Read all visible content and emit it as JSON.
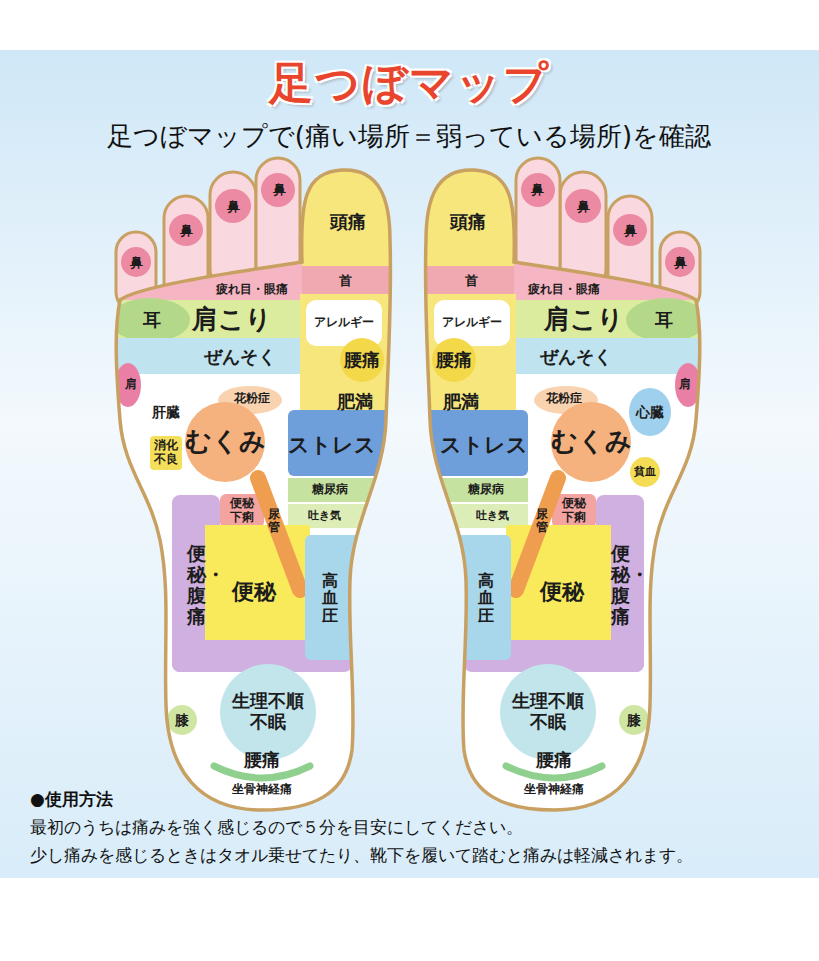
{
  "diagram": {
    "title": "足つぼマップ",
    "nodes": [
      {
        "text": [
          "頭痛"
        ]
      },
      {
        "text": [
          "鼻"
        ]
      },
      {
        "text": [
          "鼻"
        ]
      },
      {
        "text": [
          "鼻"
        ]
      },
      {
        "text": [
          "鼻"
        ]
      },
      {
        "text": [
          "首"
        ]
      },
      {
        "text": [
          "疲れ目・眼痛"
        ]
      },
      {
        "text": [
          "耳"
        ]
      },
      {
        "text": [
          "肩こり"
        ]
      },
      {
        "text": [
          "アレルギー"
        ]
      },
      {
        "text": [
          "ぜんそく"
        ]
      },
      {
        "text": [
          "腰痛"
        ]
      },
      {
        "text": [
          "肩"
        ]
      },
      {
        "text": [
          "花粉症"
        ]
      },
      {
        "text": [
          "肥満"
        ]
      },
      {
        "text": [
          "肝臓"
        ]
      },
      {
        "text": [
          "むくみ"
        ]
      },
      {
        "text": [
          "ストレス"
        ]
      },
      {
        "text": [
          "消化 不良"
        ]
      },
      {
        "text": [
          "糖尿病"
        ]
      },
      {
        "text": [
          "便秘 下痢"
        ]
      },
      {
        "text": [
          "尿管"
        ]
      },
      {
        "text": [
          "吐き気"
        ]
      },
      {
        "text": [
          "便秘・腹痛"
        ]
      },
      {
        "text": [
          "便秘"
        ]
      },
      {
        "text": [
          "高血圧"
        ]
      },
      {
        "text": [
          "膝"
        ]
      },
      {
        "text": [
          "生理不順 不眠"
        ]
      },
      {
        "text": [
          "腰痛"
        ]
      },
      {
        "text": [
          "坐骨神経痛"
        ]
      },
      {
        "text": [
          "頭痛"
        ]
      },
      {
        "text": [
          "鼻"
        ]
      },
      {
        "text": [
          "鼻"
        ]
      },
      {
        "text": [
          "鼻"
        ]
      },
      {
        "text": [
          "鼻"
        ]
      },
      {
        "text": [
          "首"
        ]
      },
      {
        "text": [
          "疲れ目・眼痛"
        ]
      },
      {
        "text": [
          "アレルギー"
        ]
      },
      {
        "text": [
          "肩こり"
        ]
      },
      {
        "text": [
          "耳"
        ]
      },
      {
        "text": [
          "腰痛"
        ]
      },
      {
        "text": [
          "ぜんそく"
        ]
      },
      {
        "text": [
          "肩"
        ]
      },
      {
        "text": [
          "肥満"
        ]
      },
      {
        "text": [
          "花粉症"
        ]
      },
      {
        "text": [
          "心臓"
        ]
      },
      {
        "text": [
          "ストレス"
        ]
      },
      {
        "text": [
          "むくみ"
        ]
      },
      {
        "text": [
          "貧血"
        ]
      },
      {
        "text": [
          "糖尿病"
        ]
      },
      {
        "text": [
          "便秘 下痢"
        ]
      },
      {
        "text": [
          "吐き気"
        ]
      },
      {
        "text": [
          "尿管"
        ]
      },
      {
        "text": [
          "高血圧"
        ]
      },
      {
        "text": [
          "便秘"
        ]
      },
      {
        "text": [
          "便秘・腹痛"
        ]
      },
      {
        "text": [
          "生理不順 不眠"
        ]
      },
      {
        "text": [
          "膝"
        ]
      },
      {
        "text": [
          "腰痛"
        ]
      },
      {
        "text": [
          "坐骨神経痛"
        ]
      }
    ],
    "labels": [
      "足つぼマップで(痛い場所＝弱っている場所)を確認",
      "●使用方法",
      "最初のうちは痛みを強く感じるので５分を目安にしてください。",
      "少し痛みを感じるときはタオル乗せてたり、靴下を履いて踏むと痛みは軽減されます。"
    ]
  }
}
